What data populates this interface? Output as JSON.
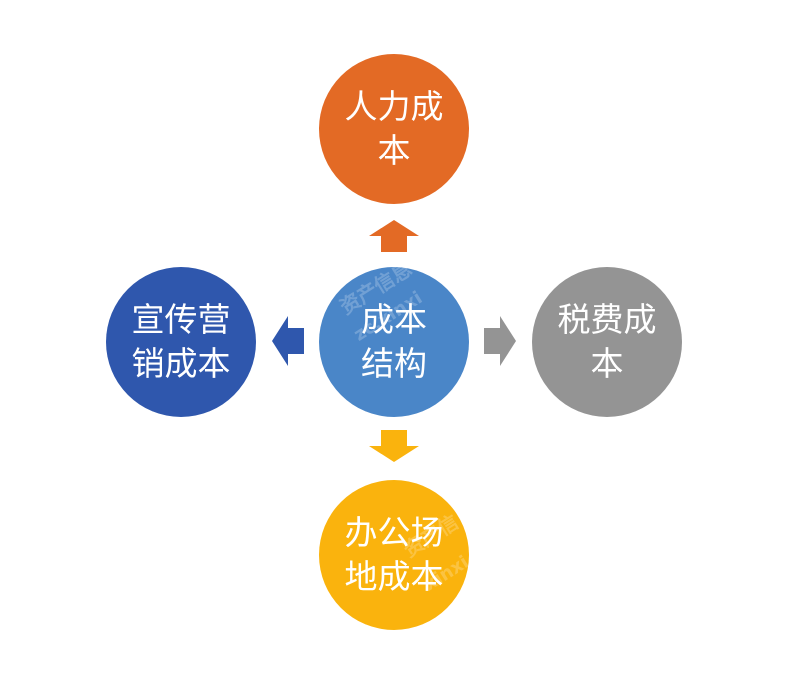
{
  "diagram": {
    "center": {
      "label": "成本\n结构",
      "color": "#4a86c8"
    },
    "nodes": {
      "top": {
        "label": "人力成\n本",
        "color": "#e36a25"
      },
      "left": {
        "label": "宣传营\n销成本",
        "color": "#2f57ad"
      },
      "right": {
        "label": "税费成\n本",
        "color": "#949494"
      },
      "bottom": {
        "label": "办公场\n地成本",
        "color": "#fab30d"
      }
    },
    "arrows": {
      "up": {
        "color": "#e36a25"
      },
      "left": {
        "color": "#2f57ad"
      },
      "right": {
        "color": "#949494"
      },
      "down": {
        "color": "#fab30d"
      }
    }
  },
  "watermark": {
    "line1": "资产信息",
    "line2": "zc.xinxi",
    "line3": "资产信",
    "line4": "xinxi.ch"
  }
}
